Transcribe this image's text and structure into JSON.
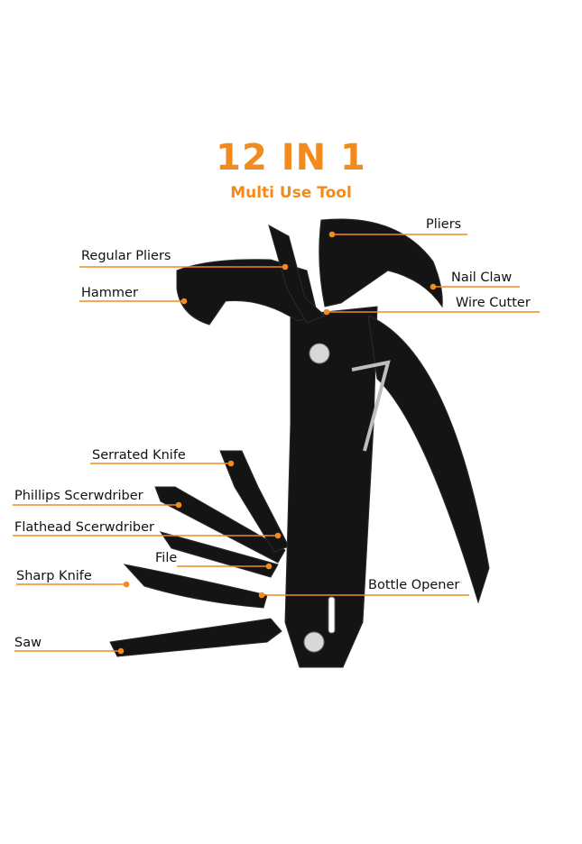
{
  "title": "12 IN 1",
  "subtitle": "Multi Use Tool",
  "colors": {
    "accent": "#f28a1e",
    "tool": "#141414",
    "label": "#111111",
    "background": "#ffffff"
  },
  "labels": {
    "pliers": "Pliers",
    "regular_pliers": "Regular Pliers",
    "hammer": "Hammer",
    "nail_claw": "Nail Claw",
    "wire_cutter": "Wire Cutter",
    "serrated_knife": "Serrated Knife",
    "phillips_screwdriver": "Phillips Scerwdriber",
    "flathead_screwdriver": "Flathead Scerwdriber",
    "file": "File",
    "sharp_knife": "Sharp Knife",
    "bottle_opener": "Bottle Opener",
    "saw": "Saw"
  }
}
